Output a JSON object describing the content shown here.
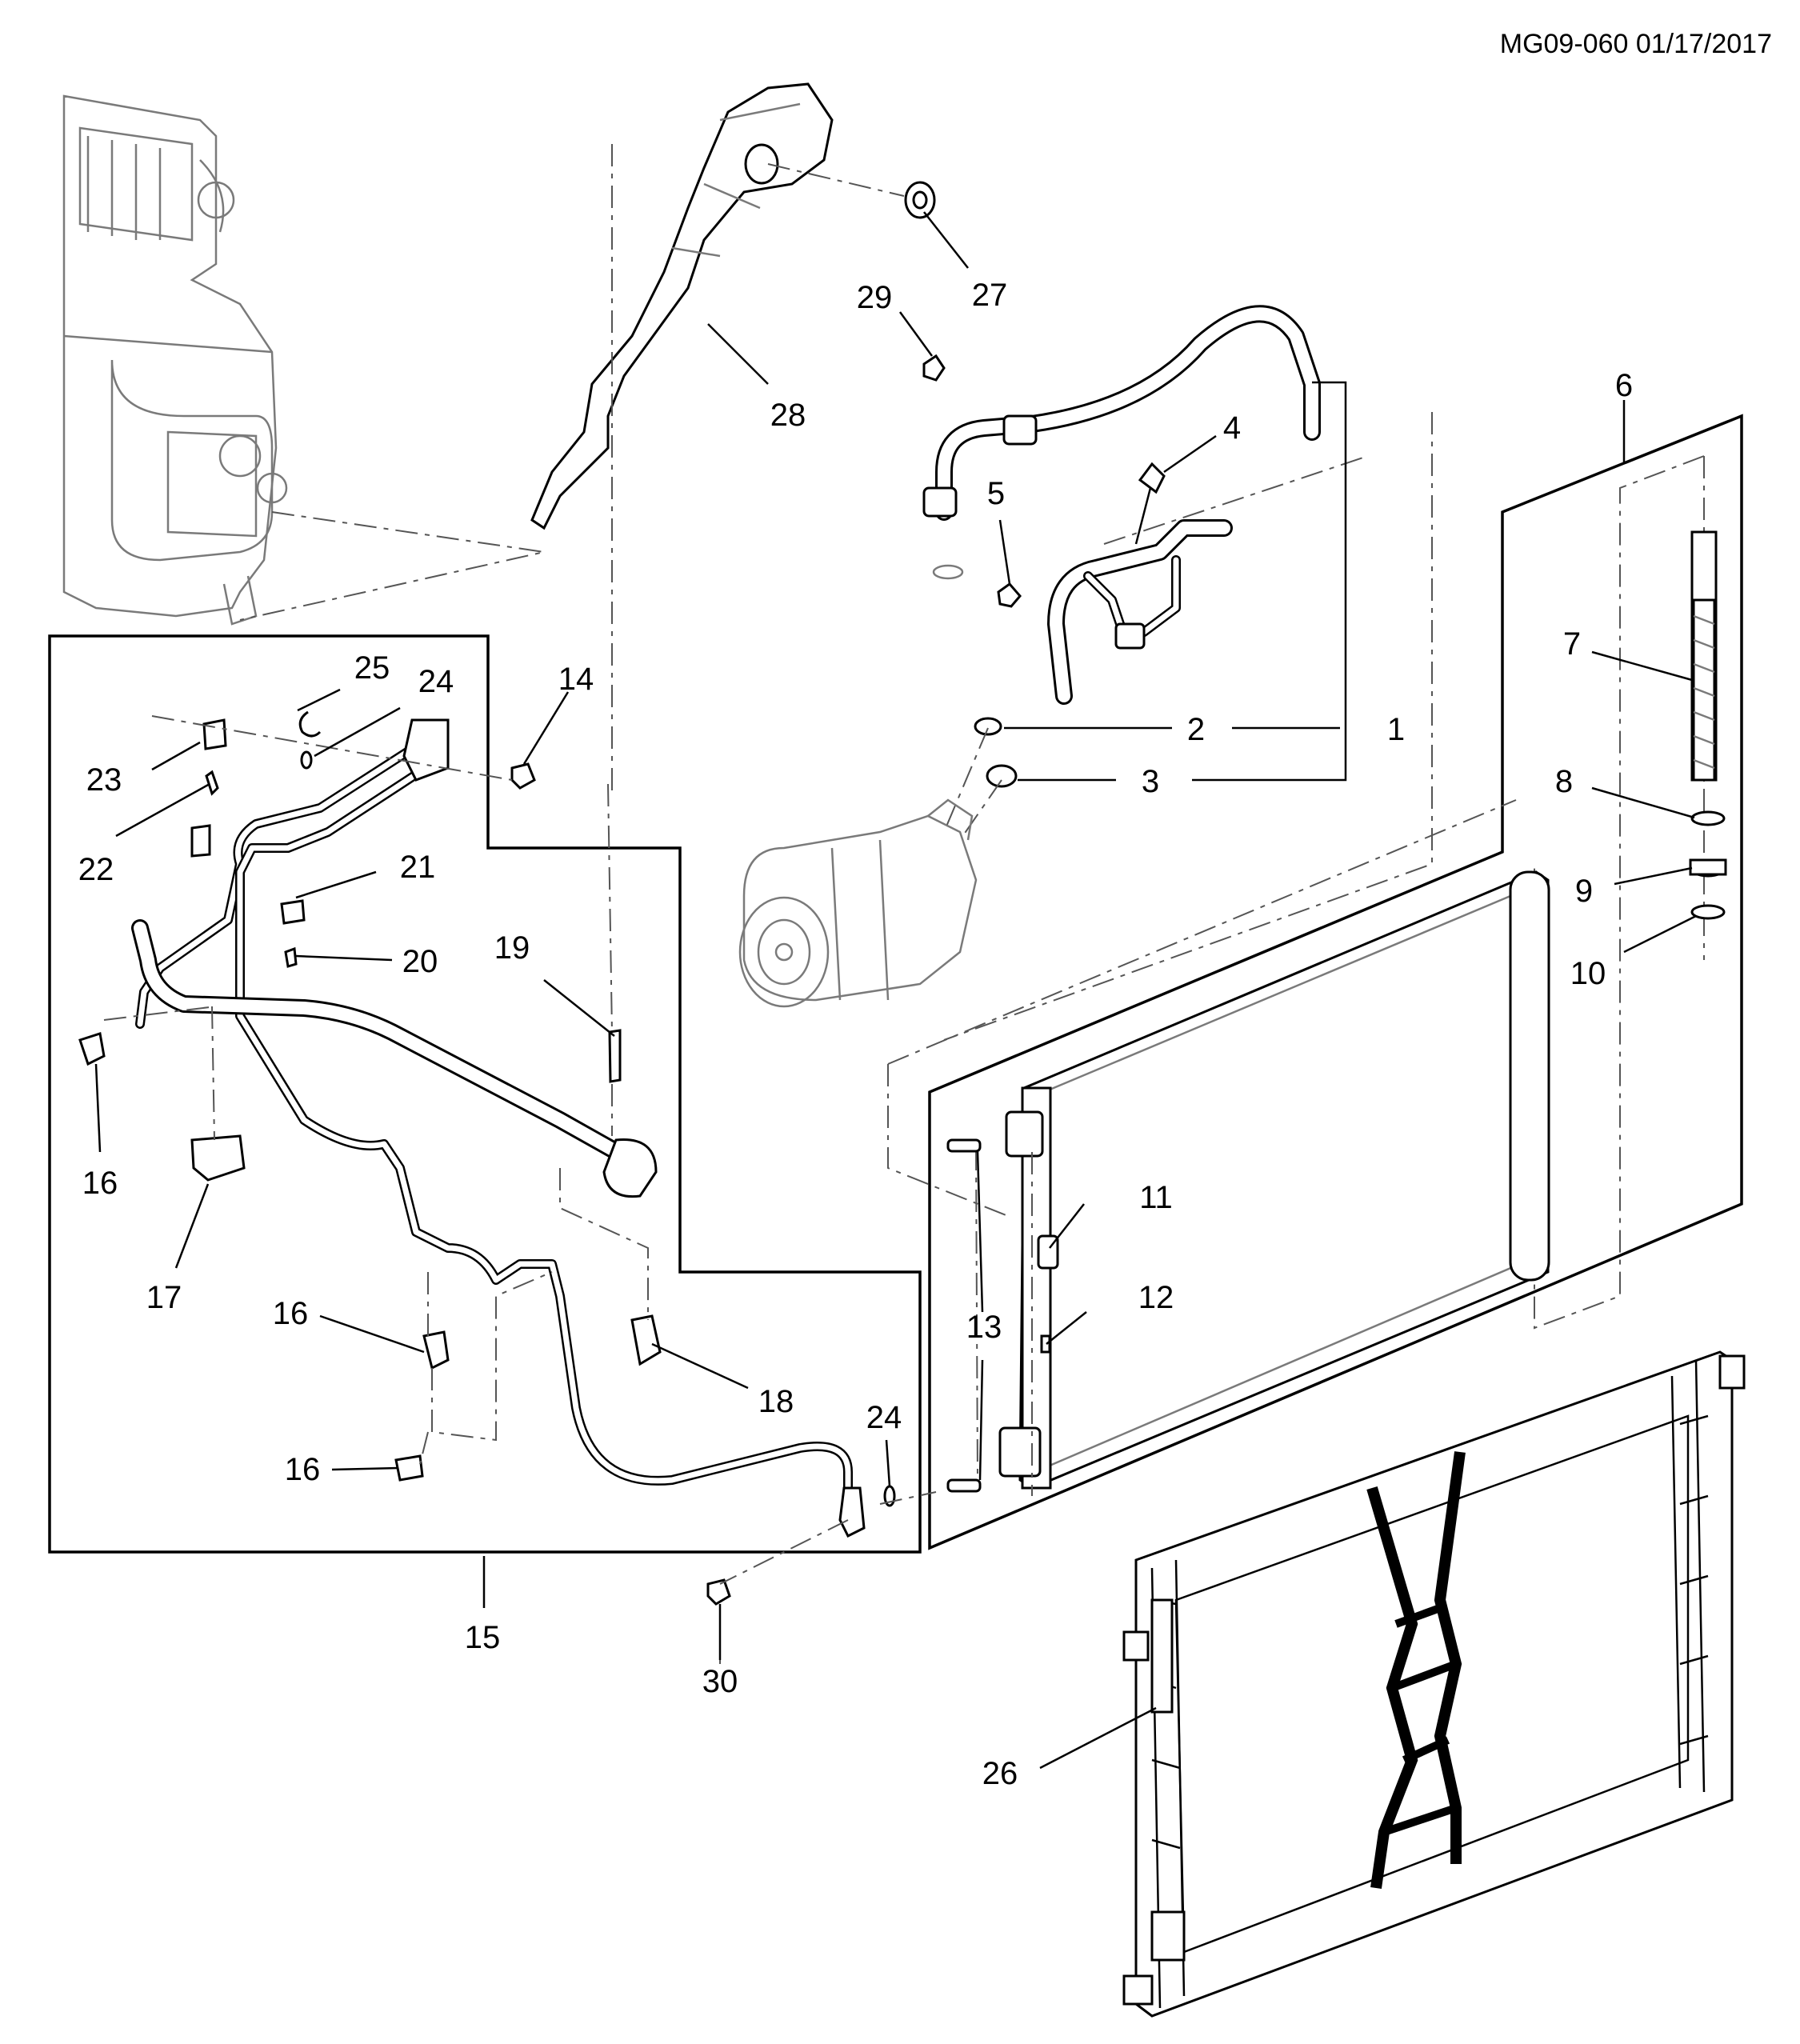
{
  "header": {
    "code": "MG09-060 01/17/2017"
  },
  "callouts": [
    "1",
    "2",
    "3",
    "4",
    "5",
    "6",
    "7",
    "8",
    "9",
    "10",
    "11",
    "12",
    "13",
    "14",
    "15",
    "16",
    "16",
    "16",
    "17",
    "18",
    "19",
    "20",
    "21",
    "22",
    "23",
    "24",
    "24",
    "25",
    "26",
    "27",
    "28",
    "29",
    "30"
  ],
  "components": [
    "hvac-module",
    "air-inlet-bracket",
    "compressor-hose",
    "compressor",
    "condenser",
    "receiver-dryer-desiccant",
    "ac-line-assembly",
    "radiator-support"
  ]
}
